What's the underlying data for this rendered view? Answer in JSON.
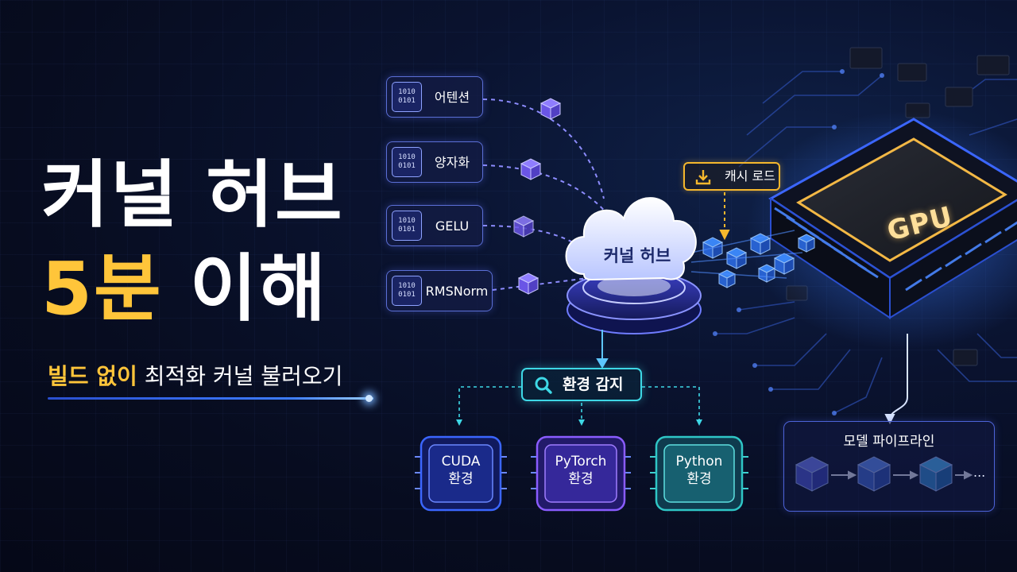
{
  "title": {
    "line1": "커널 허브",
    "line2_accent": "5분",
    "line2_rest": "이해"
  },
  "subtitle": {
    "accent": "빌드 없이",
    "rest": "최적화 커널 불러오기"
  },
  "kernels": [
    {
      "label": "어텐션",
      "icon_text": "1010\n0101"
    },
    {
      "label": "양자화",
      "icon_text": "1010\n0101"
    },
    {
      "label": "GELU",
      "icon_text": "1010\n0101"
    },
    {
      "label": "RMSNorm",
      "icon_text": "1010\n0101"
    }
  ],
  "hub": {
    "label": "커널 허브"
  },
  "cache": {
    "label": "캐시 로드",
    "icon": "download-icon"
  },
  "gpu": {
    "label": "GPU"
  },
  "detect": {
    "label": "환경 감지",
    "icon": "search-icon"
  },
  "environments": [
    {
      "line1": "CUDA",
      "line2": "환경",
      "color": "#3b66ff"
    },
    {
      "line1": "PyTorch",
      "line2": "환경",
      "color": "#8a5cff"
    },
    {
      "line1": "Python",
      "line2": "환경",
      "color": "#2fc6c6"
    }
  ],
  "pipeline": {
    "title": "모델 파이프라인",
    "ellipsis": "..."
  },
  "colors": {
    "accent": "#ffc53a",
    "cyan": "#3ed8e6",
    "blue": "#3b66ff"
  }
}
